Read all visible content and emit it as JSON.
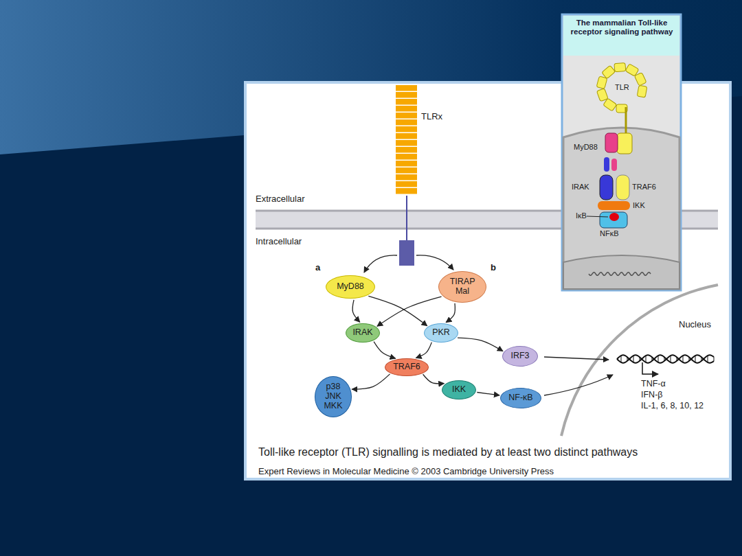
{
  "diagram": {
    "title": "The mammalian Toll-like receptor signaling pathway",
    "caption": "Toll-like receptor (TLR) signalling is mediated by at least two distinct pathways",
    "nodes": [
      {
        "text": [
          "MyD88"
        ]
      },
      {
        "text": [
          "TIRAP Mal"
        ]
      },
      {
        "text": [
          "IRAK"
        ]
      },
      {
        "text": [
          "PKR"
        ]
      },
      {
        "text": [
          "IRF3"
        ]
      },
      {
        "text": [
          "TRAF6"
        ]
      },
      {
        "text": [
          "p38 JNK MKK"
        ]
      },
      {
        "text": [
          "IKK"
        ]
      },
      {
        "text": [
          "NF-κB"
        ]
      }
    ],
    "edges": [
      {
        "from": 0,
        "to": 2,
        "arrow": "to"
      },
      {
        "from": 0,
        "to": 3,
        "arrow": "to"
      },
      {
        "from": 1,
        "to": 2,
        "arrow": "to"
      },
      {
        "from": 1,
        "to": 3,
        "arrow": "to"
      },
      {
        "from": 2,
        "to": 5,
        "arrow": "to"
      },
      {
        "from": 3,
        "to": 5,
        "arrow": "to"
      },
      {
        "from": 3,
        "to": 4,
        "arrow": "to"
      },
      {
        "from": 5,
        "to": 6,
        "arrow": "to"
      },
      {
        "from": 5,
        "to": 7,
        "arrow": "to"
      },
      {
        "from": 7,
        "to": 8,
        "arrow": "to"
      }
    ],
    "labels": [
      "TLRx",
      "Extracellular",
      "Intracellular",
      "a",
      "b",
      "Nucleus",
      "TNF-α",
      "IFN-β",
      "IL-1, 6, 8, 10, 12",
      "Expert Reviews in Molecular Medicine © 2003 Cambridge University Press",
      "TLR",
      "MyD88",
      "IRAK",
      "TRAF6",
      "IKK",
      "IκB",
      "NFκB"
    ]
  }
}
